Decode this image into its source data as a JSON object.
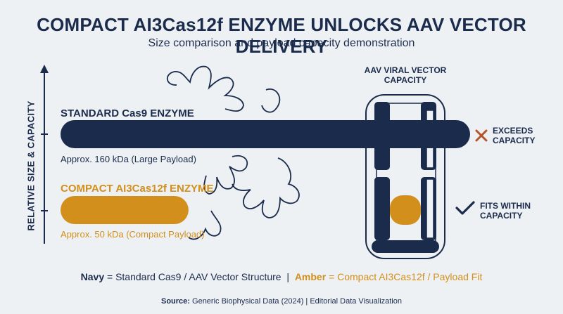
{
  "title": "COMPACT AI3Cas12f ENZYME UNLOCKS AAV VECTOR DELIVERY",
  "subtitle": "Size comparison and payload capacity demonstration",
  "chart_data": {
    "type": "bar",
    "orientation": "horizontal",
    "ylabel": "RELATIVE SIZE & CAPACITY",
    "value_unit": "kDa",
    "series": [
      {
        "name": "STANDARD Cas9 ENZYME",
        "label": "Approx. 160 kDa (Large Payload)",
        "value": 160,
        "color": "#1a2b4c",
        "status": "EXCEEDS CAPACITY",
        "status_icon": "x-icon"
      },
      {
        "name": "COMPACT AI3Cas12f ENZYME",
        "label": "Approx. 50 kDa (Compact Payload)",
        "value": 50,
        "color": "#d28f1c",
        "status": "FITS WITHIN CAPACITY",
        "status_icon": "check-icon"
      }
    ],
    "aav_title": "AAV VIRAL VECTOR CAPACITY",
    "legend_position": "bottom",
    "grid": false
  },
  "legend": {
    "navy_key": "Navy",
    "navy_text": "= Standard Cas9 / AAV Vector Structure",
    "separator": "|",
    "amber_key": "Amber",
    "amber_text": "= Compact AI3Cas12f / Payload Fit"
  },
  "source": {
    "key": "Source:",
    "text": "Generic Biophysical Data (2024)  |  Editorial Data Visualization"
  },
  "colors": {
    "navy": "#1a2b4c",
    "amber": "#d28f1c",
    "cross": "#b5532a",
    "background": "#eef1f4"
  }
}
